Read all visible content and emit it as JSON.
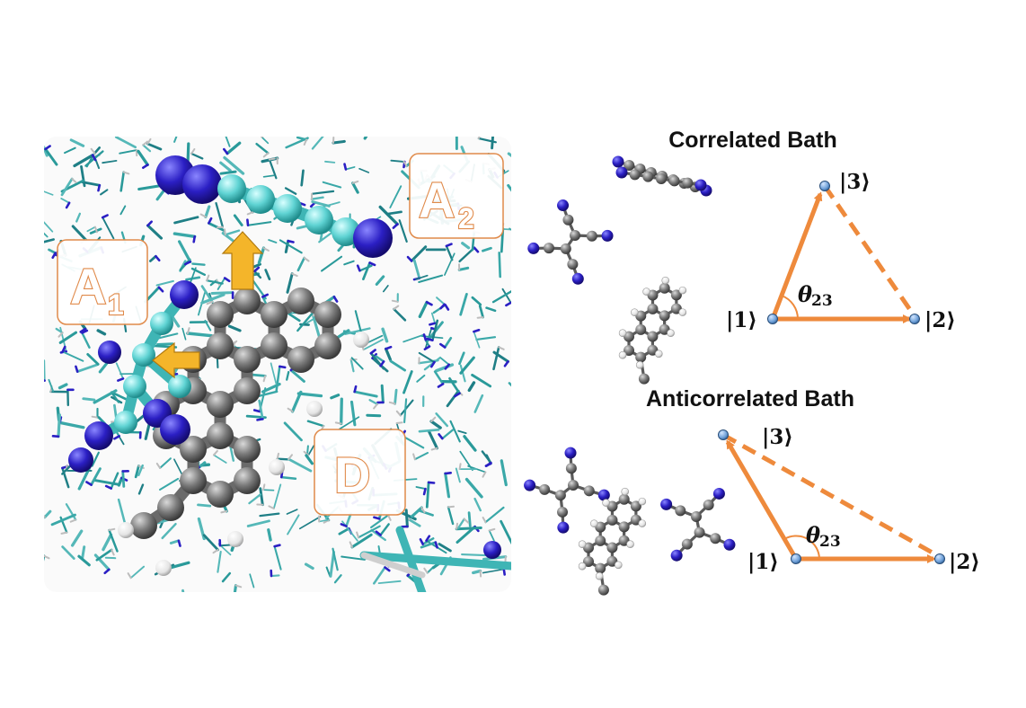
{
  "panel": {
    "labels": {
      "a1": {
        "main": "A",
        "sub": "1"
      },
      "a2": {
        "main": "A",
        "sub": "2"
      },
      "d": {
        "main": "D"
      }
    }
  },
  "correlated": {
    "title": "Correlated Bath",
    "ket1": "|1⟩",
    "ket2": "|2⟩",
    "ket3": "|3⟩",
    "theta": "θ",
    "theta_sub": "23"
  },
  "anticorrelated": {
    "title": "Anticorrelated Bath",
    "ket1": "|1⟩",
    "ket2": "|2⟩",
    "ket3": "|3⟩",
    "theta": "θ",
    "theta_sub": "23"
  },
  "colors": {
    "arrow_orange": "#ee8a3c",
    "label_orange": "#e08a4a",
    "bath_teal": "#2a9a9a",
    "nitrogen_blue": "#2b1fc4",
    "carbon_teal": "#5fd3d3",
    "carbon_gray": "#6e6e6e",
    "hydrogen_white": "#f2f2f2",
    "yellow_arrow": "#f4b52a",
    "node_blue": "#6fa0d8"
  }
}
